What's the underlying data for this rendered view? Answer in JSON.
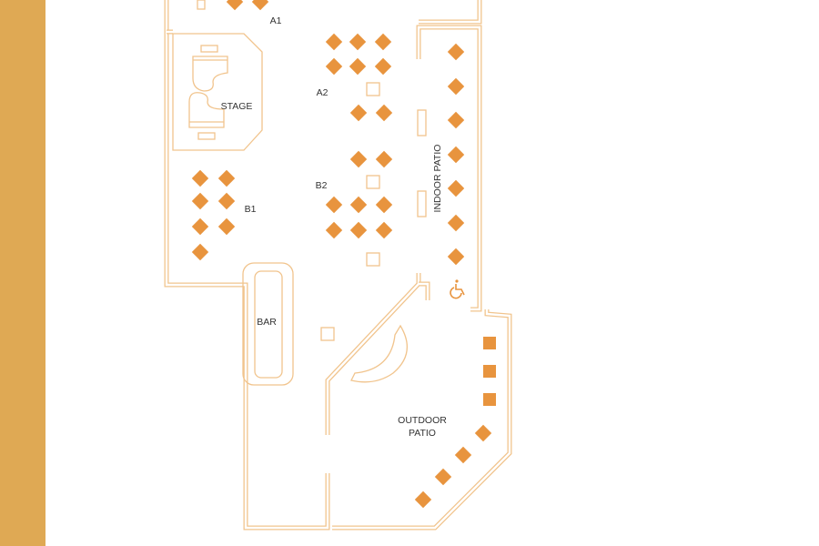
{
  "title": "Floor plan",
  "colors": {
    "sidebar": "#dfa954",
    "table": "#e8943e",
    "wall": "#f1c48d",
    "text": "#333333"
  },
  "labels": {
    "a1": "A1",
    "a2": "A2",
    "b1": "B1",
    "b2": "B2",
    "stage": "STAGE",
    "indoor_patio": "INDOOR PATIO",
    "bar": "BAR",
    "outdoor_patio_line1": "OUTDOOR",
    "outdoor_patio_line2": "PATIO"
  },
  "icons": [
    "piano-icon",
    "piano-icon",
    "wheelchair-accessible-icon"
  ]
}
